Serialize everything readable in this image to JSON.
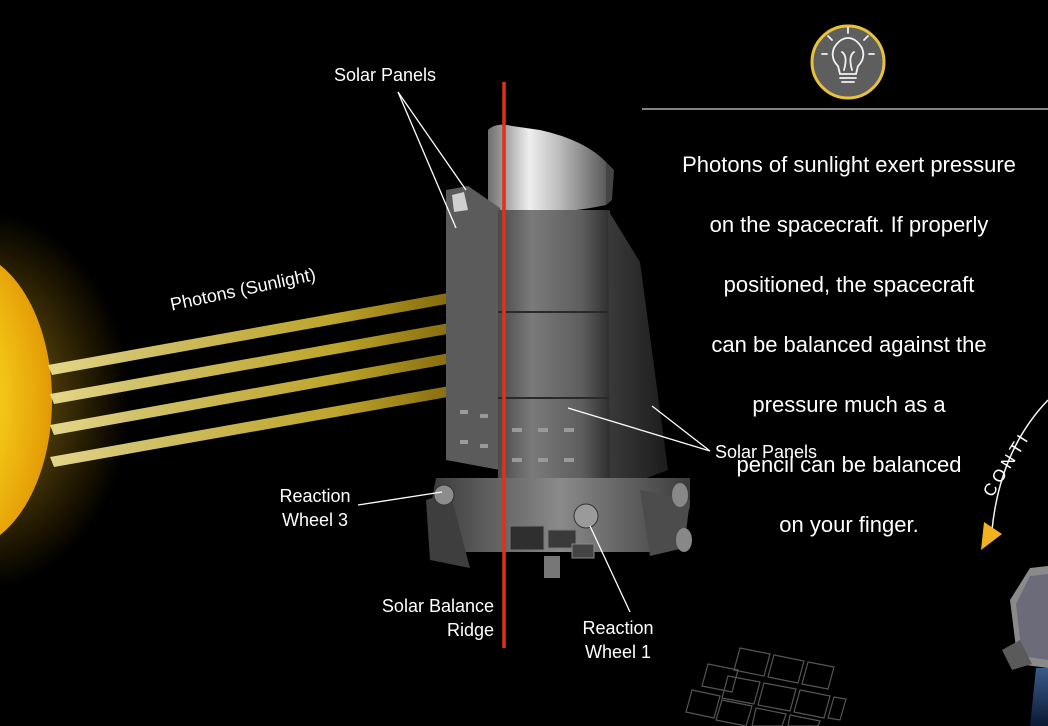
{
  "labels": {
    "solar_panels_top": "Solar Panels",
    "photons": "Photons (Sunlight)",
    "solar_panels_right": "Solar Panels",
    "reaction_wheel_3_line1": "Reaction",
    "reaction_wheel_3_line2": "Wheel 3",
    "solar_balance_ridge_line1": "Solar Balance",
    "solar_balance_ridge_line2": "Ridge",
    "reaction_wheel_1_line1": "Reaction",
    "reaction_wheel_1_line2": "Wheel 1"
  },
  "info": {
    "icon": "lightbulb-icon",
    "lines": [
      "Photons of sunlight exert pressure",
      "on the spacecraft. If properly",
      "positioned, the spacecraft",
      "can be balanced against the",
      "pressure much as a",
      "pencil can be balanced",
      "on your finger."
    ]
  },
  "continue": {
    "label": "CONTI"
  },
  "colors": {
    "background": "#000000",
    "sun": "#f5c518",
    "photon_beam": "#f7dc3a",
    "ridge_line": "#e0301e",
    "icon_ring": "#e8c33a",
    "continue_arrow": "#f0b21e",
    "panel_grey": "#6b6b6b"
  }
}
